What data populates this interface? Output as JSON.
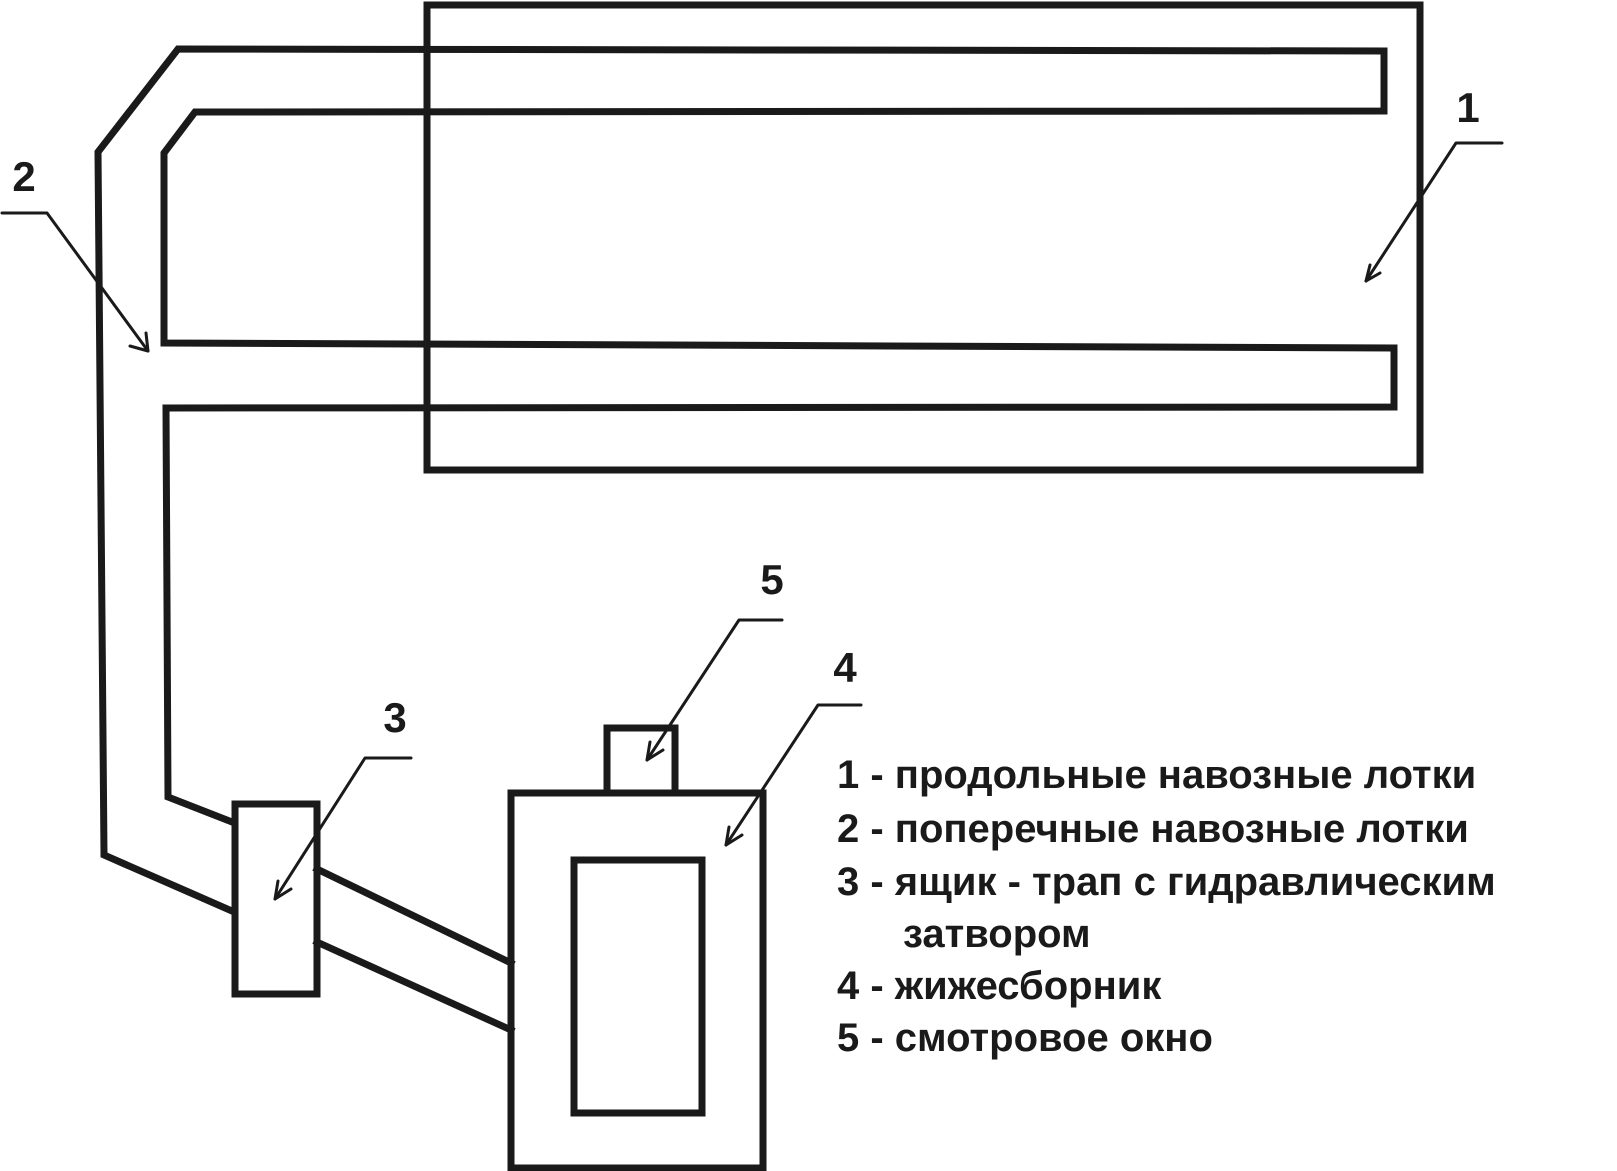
{
  "callouts": {
    "c1": "1",
    "c2": "2",
    "c3": "3",
    "c4": "4",
    "c5": "5"
  },
  "legend": {
    "item1": "1 - продольные навозные лотки",
    "item2": "2 - поперечные навозные лотки",
    "item3": "3 - ящик - трап с гидравлическим",
    "item3_cont": "затвором",
    "item4": "4 - жижесборник",
    "item5": "5 - смотровое окно"
  },
  "colors": {
    "line": "#1a1a1a",
    "background": "#ffffff"
  }
}
